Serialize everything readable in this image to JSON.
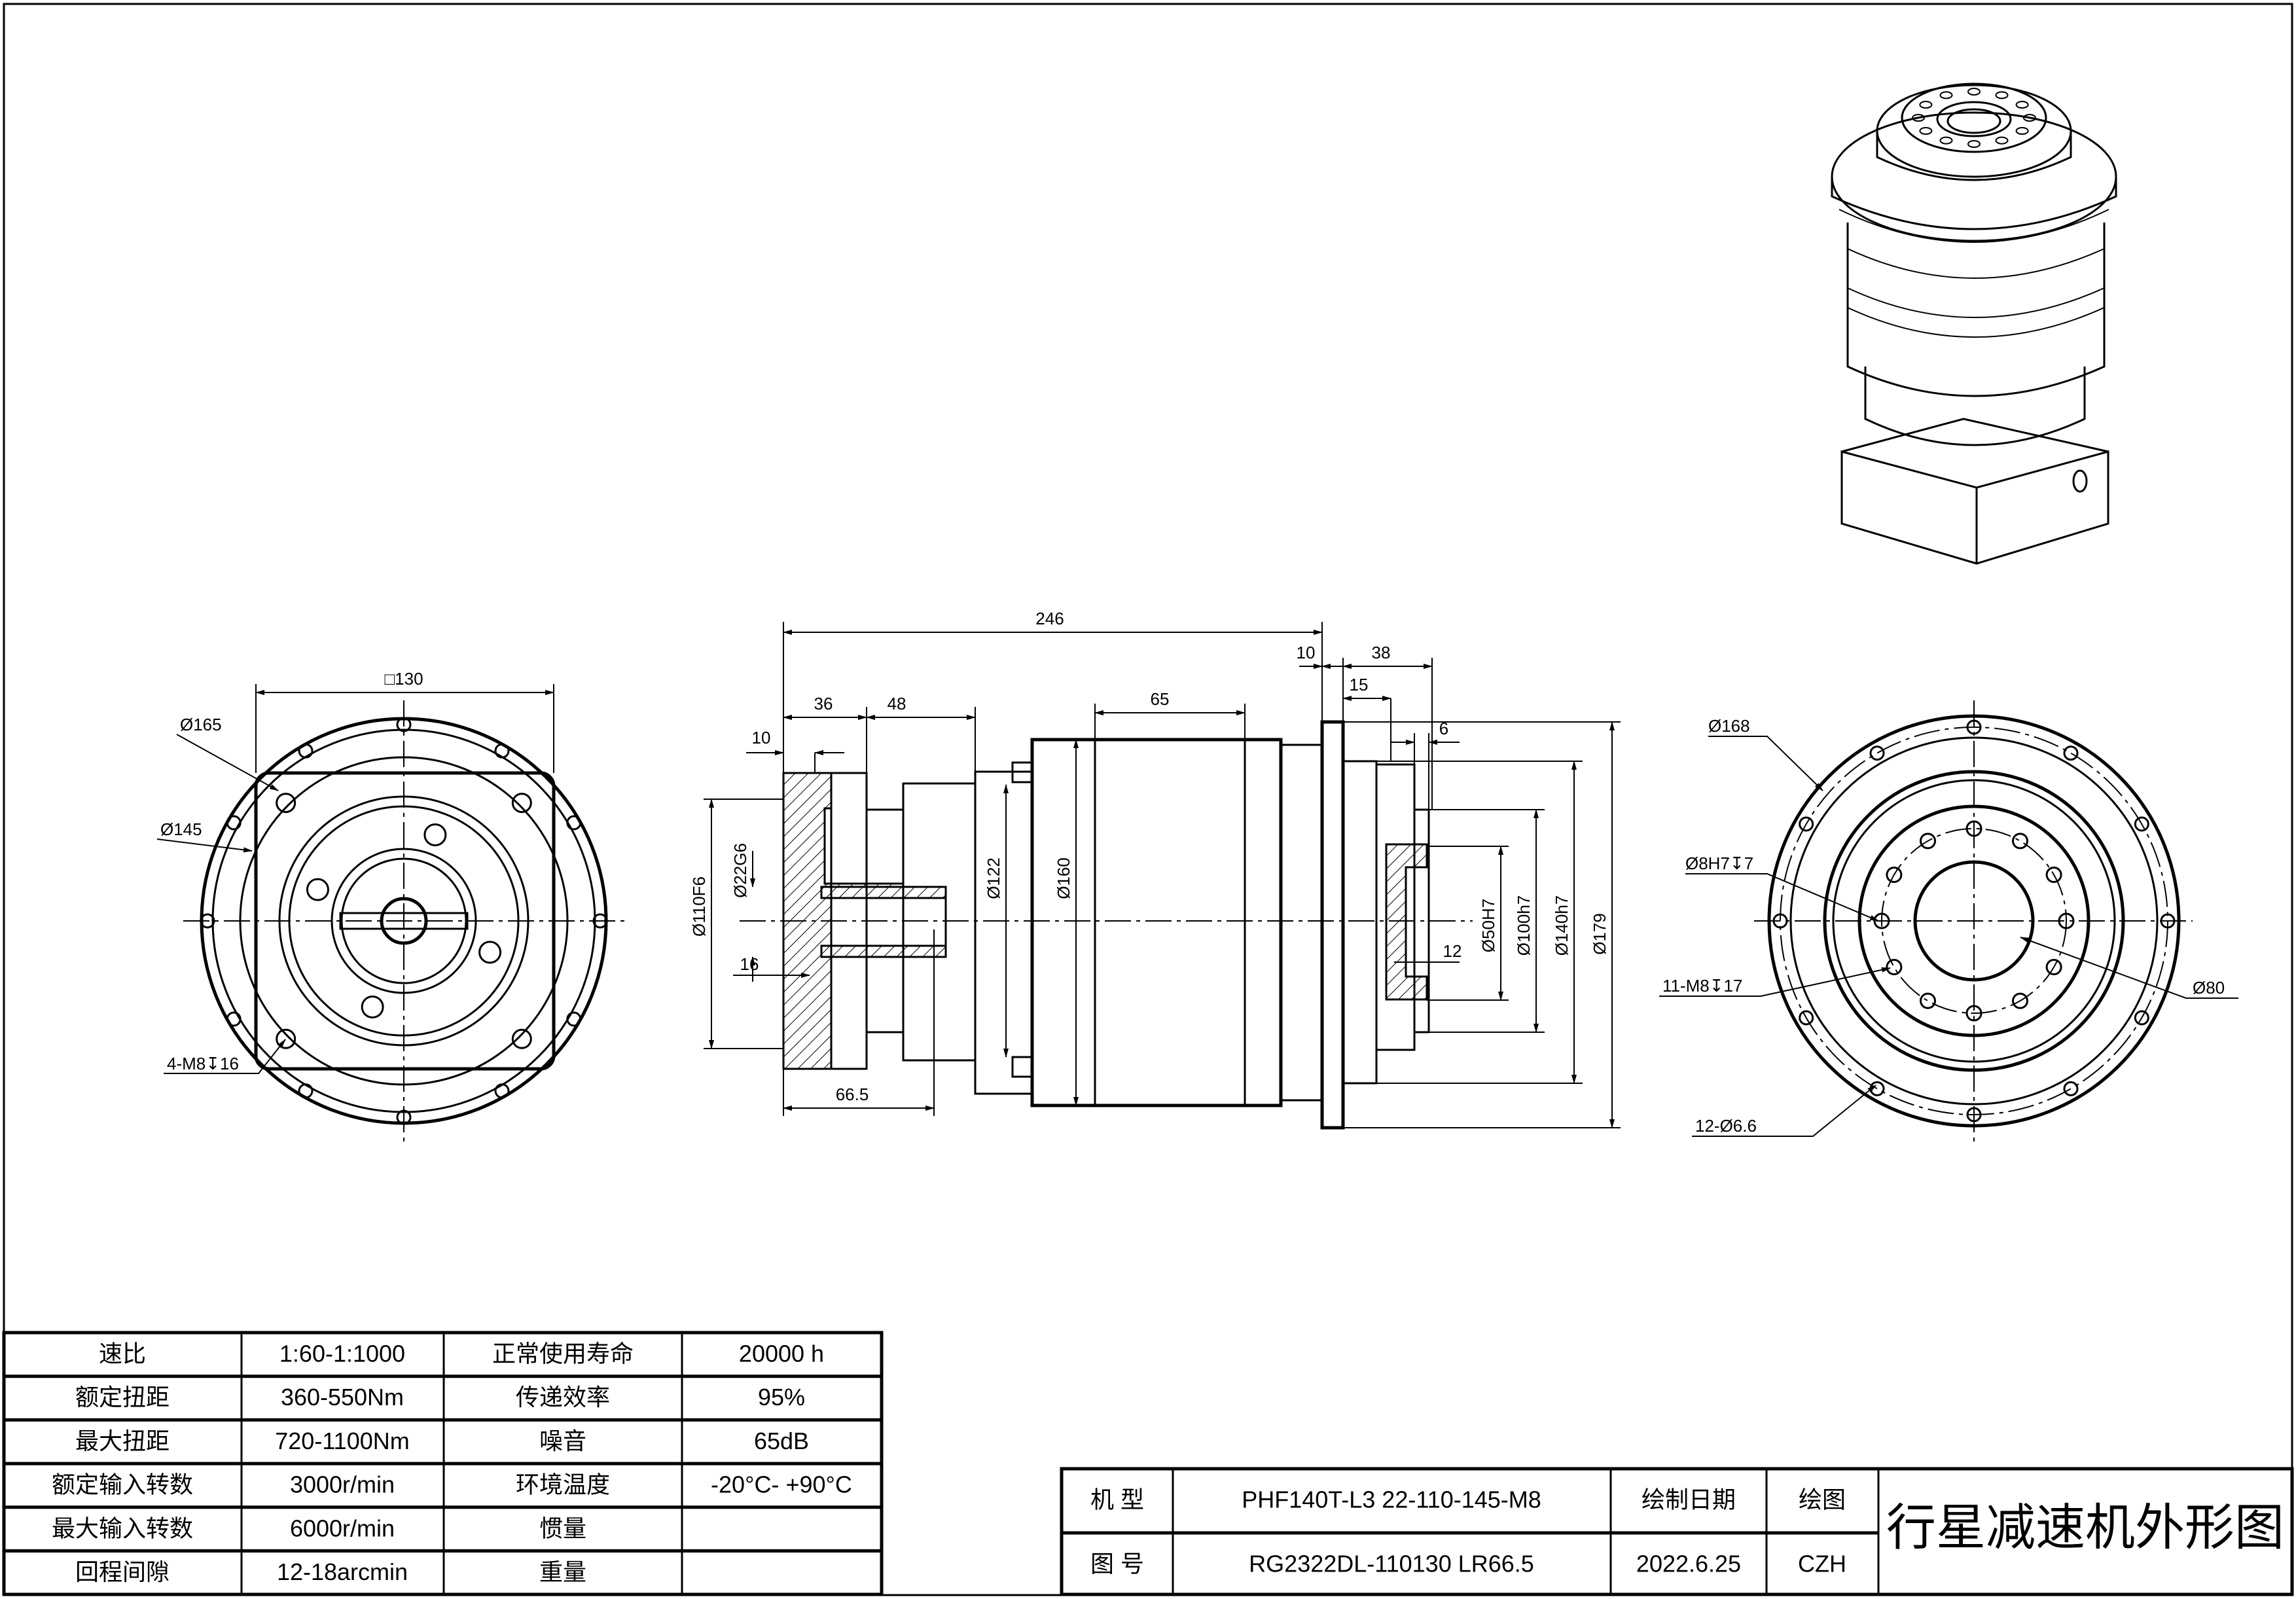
{
  "drawing": {
    "title": "行星减速机外形图",
    "views": {
      "front_input": {
        "square": "□130",
        "pcd": "Ø165",
        "pilot": "Ø145",
        "tap": "4-M8↧16"
      },
      "side": {
        "overall": "246",
        "d10a": "10",
        "d36": "36",
        "d48": "48",
        "d65": "65",
        "d10b": "10",
        "d38": "38",
        "d15": "15",
        "d6": "6",
        "d110": "Ø110F6",
        "d22": "Ø22G6",
        "d16": "16",
        "d122": "Ø122",
        "d160": "Ø160",
        "d50": "Ø50H7",
        "d100": "Ø100h7",
        "d140": "Ø140h7",
        "d179": "Ø179",
        "d12": "12",
        "d665": "66.5"
      },
      "front_output": {
        "outer": "Ø168",
        "pin": "Ø8H7↧7",
        "tap": "11-M8↧17",
        "bore": "Ø80",
        "holes": "12-Ø6.6"
      }
    }
  },
  "spec_table": {
    "rows": [
      [
        "速比",
        "1:60-1:1000",
        "正常使用寿命",
        "20000 h"
      ],
      [
        "额定扭距",
        "360-550Nm",
        "传递效率",
        "95%"
      ],
      [
        "最大扭距",
        "720-1100Nm",
        "噪音",
        "65dB"
      ],
      [
        "额定输入转数",
        "3000r/min",
        "环境温度",
        "-20°C- +90°C"
      ],
      [
        "最大输入转数",
        "6000r/min",
        "惯量",
        ""
      ],
      [
        "回程间隙",
        "12-18arcmin",
        "重量",
        ""
      ]
    ]
  },
  "title_block": {
    "model_label": "机 型",
    "model_value": "PHF140T-L3 22-110-145-M8",
    "drawing_no_label": "图 号",
    "drawing_no_value": "RG2322DL-110130 LR66.5",
    "date_label": "绘制日期",
    "date_value": "2022.6.25",
    "drawer_label": "绘图",
    "drawer_value": "CZH",
    "title": "行星减速机外形图"
  }
}
